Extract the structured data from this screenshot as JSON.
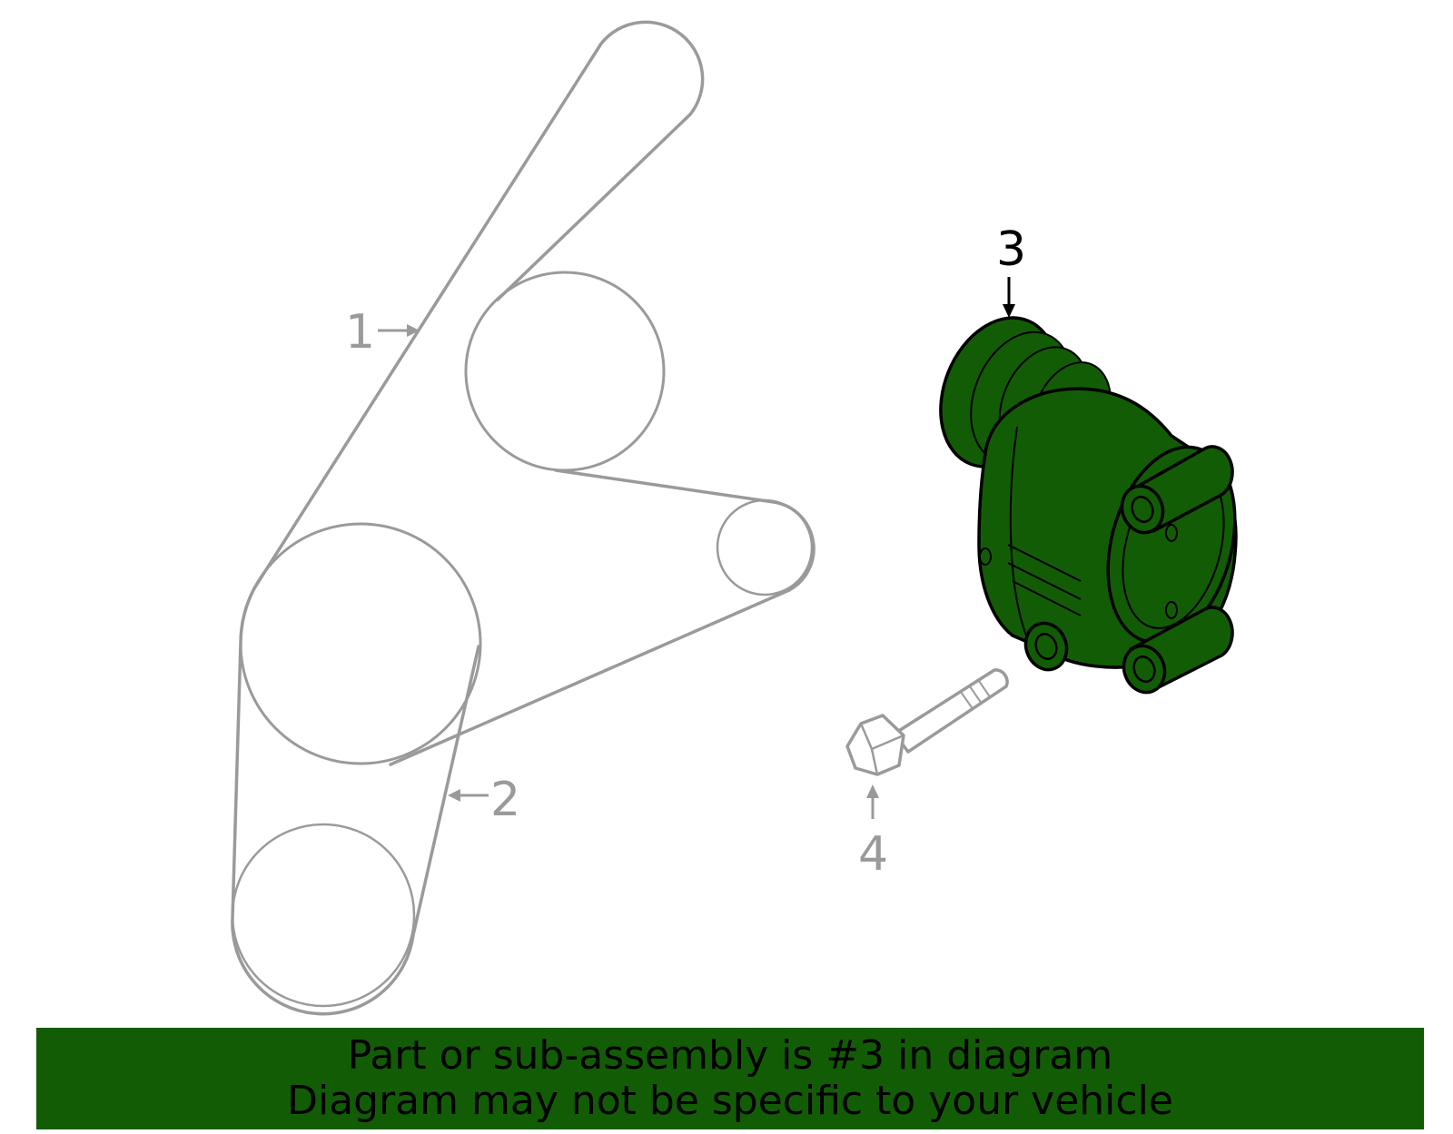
{
  "callouts": {
    "c1": "1",
    "c2": "2",
    "c3": "3",
    "c4": "4"
  },
  "banner": {
    "line1": "Part or sub-assembly is #3 in diagram",
    "line2": "Diagram may not be specific to your vehicle"
  },
  "colors": {
    "highlight": "#135c06",
    "line_gray": "#9a9a9a",
    "banner_bg": "#135c06"
  }
}
